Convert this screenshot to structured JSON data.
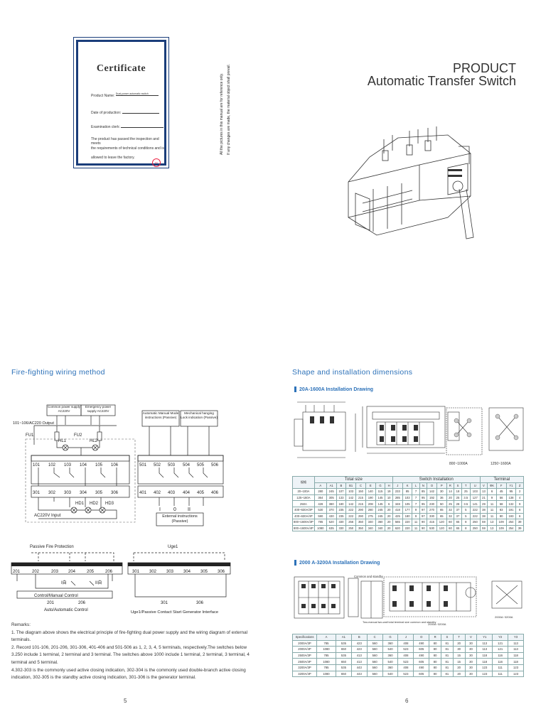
{
  "certificate": {
    "title": "Certificate",
    "product_name_label": "Product Name:",
    "product_name_value": "Dual-power automatic switch",
    "date_label": "Date of production:",
    "exam_label": "Examination clerk:",
    "stamp_text": "QC",
    "passed_l1": "The product has passed the inspection and meets",
    "passed_l2": "the requirements of technical conditions and is",
    "passed_l3": "allowed to leave the factory."
  },
  "notice": {
    "line1": "All the pictures in this manual are for reference only.",
    "line2": "If any changes are made, the material object shall prevail."
  },
  "product": {
    "line1": "PRODUCT",
    "line2": "Automatic Transfer Switch"
  },
  "left": {
    "section_title": "Fire-fighting wiring method",
    "wiring": {
      "common_power": "Common power supply AC220V",
      "emergency_power": "Emergency power supply AC220V",
      "output_label": "101~106/AC220  Output",
      "fu1": "FU1",
      "fu2": "FU2",
      "hl1": "HL1",
      "hl2": "HL2",
      "top_terms": [
        "101",
        "102",
        "103",
        "104",
        "105",
        "106"
      ],
      "bot_terms": [
        "301",
        "302",
        "303",
        "304",
        "305",
        "306"
      ],
      "hd": [
        "HD1",
        "HD2",
        "HD3"
      ],
      "input_label": "AC220V Input",
      "auto_box": "Automatic Manual Mode instructions (Passive)",
      "mech_box": "Mechanical hanging Lock indication (Passive)",
      "t500": [
        "501",
        "502",
        "503",
        "504",
        "505",
        "506"
      ],
      "t400": [
        "401",
        "402",
        "403",
        "404",
        "405",
        "406"
      ],
      "roman1": "I",
      "roman0": "0",
      "roman2": "II",
      "ext_box": "External instructions (Passive)"
    },
    "fire": {
      "title": "Passive Fire Protection",
      "terms": [
        "201",
        "202",
        "203",
        "204",
        "205",
        "206"
      ],
      "i_auto": "I自",
      "ii_auto": "II自",
      "ctrl_label": "Control/Manual Control",
      "t201": "201",
      "t206": "206",
      "auto_label": "Auto/Automatic Control"
    },
    "uge": {
      "title": "Uge1",
      "terms": [
        "301",
        "302",
        "303",
        "304",
        "305",
        "306"
      ],
      "t301": "301",
      "t306": "306",
      "caption": "Uge1/Passive Contact Start Generator Interface"
    },
    "remarks": {
      "title": "Remarks:",
      "lines": [
        "1. The diagram above shows the electrical principle of fire-fighting dual power supply and the wiring diagram of external terminals.",
        "2. Record 101-106, 201-206, 301-306, 401-406 and 501-506 as 1, 2, 3, 4, 5 terminals, respectively.The switches below",
        "3.250 include 1 terminal, 2 terminal and 3 terminal. The switches above 1000 include 1 terminal, 2 terminal, 3 terminal, 4 terminal and 5 terminal.",
        "4.302-303 is the commonly used active closing indication, 302-304 is the commonly used double-branch active closing indication, 302-305 is the standby active closing indication, 301-306 is the generator terminal."
      ]
    },
    "page": "5"
  },
  "right": {
    "section_title": "Shape and installation dimensions",
    "drawing1": {
      "title": "20A-1600A Installation Drawing",
      "cap1": "800~1000A",
      "cap2": "1250~1600A"
    },
    "table1": {
      "g_total": "Total size",
      "g_switch": "Switch Installation",
      "g_term": "Terminal",
      "model_header": "规格",
      "headers": [
        "A",
        "A1",
        "B",
        "B1",
        "C",
        "E",
        "G",
        "H",
        "J",
        "K",
        "L",
        "N",
        "O",
        "P",
        "R",
        "S",
        "T",
        "U",
        "V",
        "ΦK",
        "F",
        "Y1",
        "Z"
      ],
      "rows": [
        [
          "20~100A",
          "280",
          "245",
          "107",
          "103",
          "150",
          "140",
          "115",
          "19",
          "233",
          "85",
          "7",
          "85",
          "142",
          "30",
          "14",
          "18",
          "25",
          "103",
          "13",
          "6",
          "45",
          "95",
          "2"
        ],
        [
          "125~160A",
          "364",
          "305",
          "133",
          "142",
          "215",
          "190",
          "145",
          "10",
          "285",
          "103",
          "7",
          "95",
          "192",
          "36",
          "20",
          "25",
          "3.5",
          "127",
          "21",
          "9",
          "56",
          "138",
          "4"
        ],
        [
          "250A",
          "428",
          "380",
          "180",
          "142",
          "215",
          "208",
          "145",
          "6",
          "348",
          "105",
          "7",
          "95",
          "230",
          "50",
          "25",
          "28",
          "3.5",
          "141",
          "29",
          "11",
          "58",
          "132",
          "9"
        ],
        [
          "400~630A/3P",
          "530",
          "370",
          "235",
          "222",
          "290",
          "280",
          "245",
          "20",
          "418",
          "177",
          "9",
          "97",
          "270",
          "65",
          "32",
          "37",
          "5",
          "222",
          "38",
          "11",
          "83",
          "191",
          "6"
        ],
        [
          "400~630A/4P",
          "590",
          "430",
          "235",
          "222",
          "290",
          "275",
          "245",
          "20",
          "425",
          "180",
          "9",
          "97",
          "330",
          "65",
          "32",
          "37",
          "5",
          "222",
          "38",
          "11",
          "80",
          "193",
          "6"
        ],
        [
          "800~1600A/3P",
          "785",
          "520",
          "330",
          "256",
          "350",
          "340",
          "360",
          "20",
          "565",
          "220",
          "11",
          "90",
          "415",
          "120",
          "60",
          "65",
          "8",
          "250",
          "59",
          "13",
          "109",
          "254",
          "39"
        ],
        [
          "800~1600A/4P",
          "1080",
          "635",
          "330",
          "250",
          "350",
          "340",
          "340",
          "20",
          "620",
          "220",
          "11",
          "90",
          "530",
          "120",
          "60",
          "65",
          "8",
          "250",
          "59",
          "13",
          "109",
          "254",
          "39"
        ]
      ]
    },
    "drawing2": {
      "title": "2000 A-3200A Installation Drawing",
      "label1": "Common and standby",
      "label2": "Two-manual two-wall total terminal size common and standby",
      "cap1": "2000A~3200A",
      "cap2": "2000A~3200A"
    },
    "table2": {
      "spec_header": "Specifications",
      "headers": [
        "A",
        "A1",
        "B",
        "C",
        "G",
        "J",
        "O",
        "R",
        "S",
        "T",
        "V",
        "Y1",
        "Y2",
        "Y3"
      ],
      "rows": [
        [
          "2000A/3P",
          "785",
          "535",
          "423",
          "560",
          "360",
          "408",
          "490",
          "80",
          "81",
          "20",
          "30",
          "113",
          "121",
          "113"
        ],
        [
          "2000A/4P",
          "1080",
          "650",
          "423",
          "560",
          "540",
          "523",
          "605",
          "80",
          "81",
          "30",
          "30",
          "113",
          "121",
          "113"
        ],
        [
          "2500A/3P",
          "785",
          "535",
          "413",
          "560",
          "360",
          "408",
          "490",
          "80",
          "81",
          "15",
          "30",
          "118",
          "116",
          "118"
        ],
        [
          "2500A/4P",
          "1080",
          "650",
          "413",
          "560",
          "540",
          "523",
          "605",
          "80",
          "81",
          "15",
          "30",
          "118",
          "116",
          "118"
        ],
        [
          "3200A/3P",
          "785",
          "535",
          "443",
          "560",
          "360",
          "408",
          "490",
          "80",
          "81",
          "20",
          "30",
          "123",
          "111",
          "123"
        ],
        [
          "3200A/4P",
          "1080",
          "650",
          "443",
          "560",
          "540",
          "523",
          "605",
          "80",
          "81",
          "20",
          "30",
          "123",
          "111",
          "123"
        ]
      ]
    },
    "page": "6"
  }
}
